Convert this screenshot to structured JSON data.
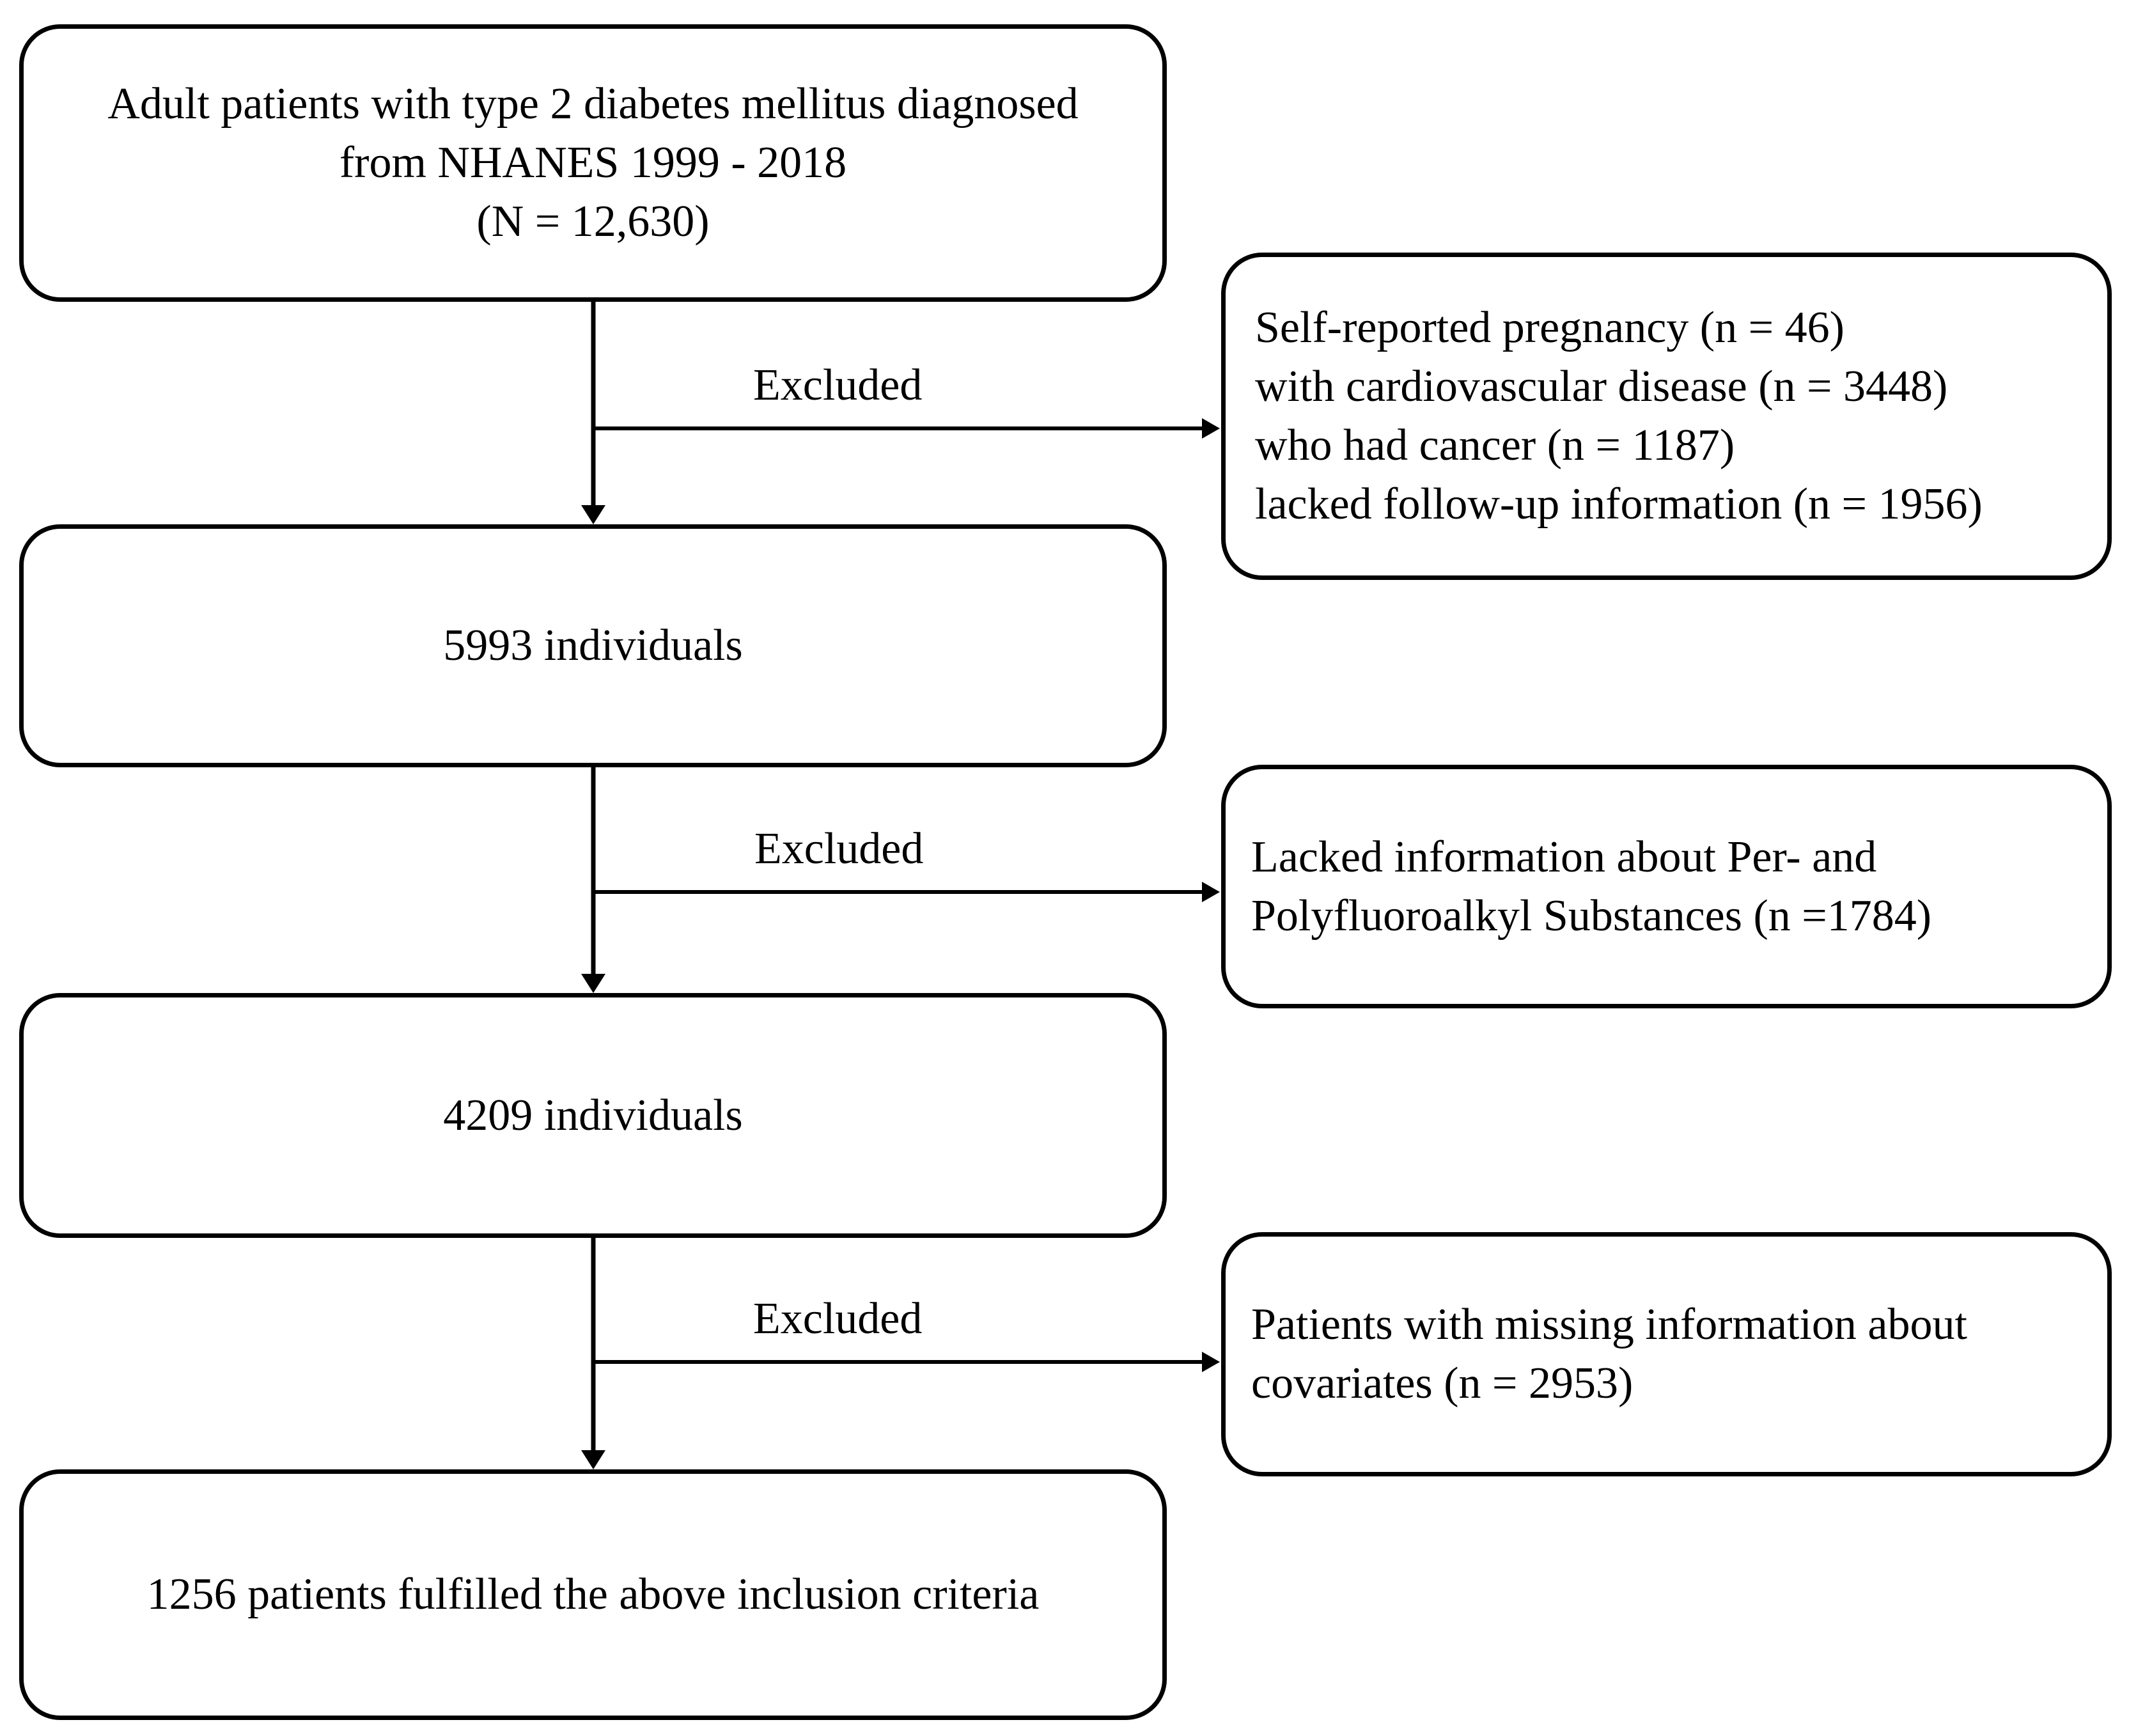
{
  "flowchart": {
    "start": {
      "lines": [
        "Adult patients with type 2 diabetes mellitus diagnosed",
        "from NHANES 1999 - 2018",
        "(N = 12,630)"
      ]
    },
    "step2": {
      "text": "5993 individuals"
    },
    "step3": {
      "text": "4209 individuals"
    },
    "final": {
      "text": "1256 patients fulfilled the above inclusion criteria"
    },
    "exclusions": [
      {
        "label": "Excluded",
        "lines": [
          "Self-reported pregnancy (n = 46)",
          "with cardiovascular disease (n = 3448)",
          "who had cancer (n = 1187)",
          "lacked follow-up information (n = 1956)"
        ]
      },
      {
        "label": "Excluded",
        "lines": [
          "Lacked information about Per- and",
          "Polyfluoroalkyl Substances (n =1784)"
        ]
      },
      {
        "label": "Excluded",
        "lines": [
          "Patients with missing information about",
          "covariates (n = 2953)"
        ]
      }
    ]
  }
}
